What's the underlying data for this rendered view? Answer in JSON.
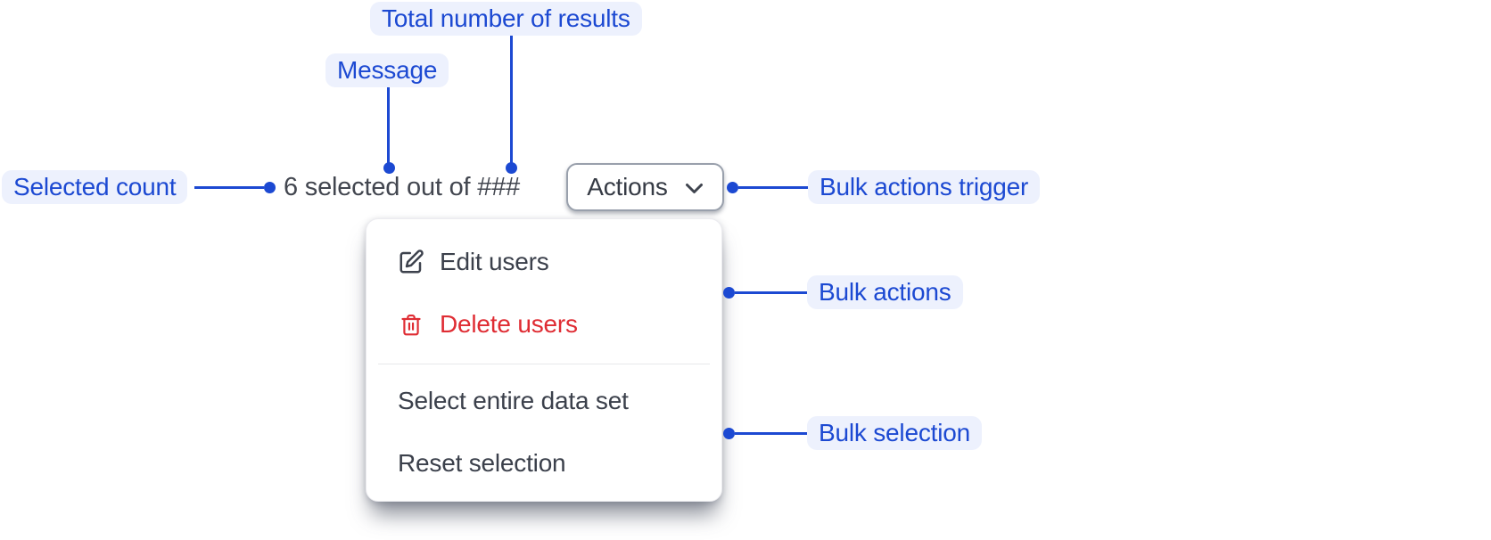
{
  "annotations": {
    "total_results": "Total number of results",
    "message": "Message",
    "selected_count": "Selected count",
    "bulk_trigger": "Bulk actions trigger",
    "bulk_actions": "Bulk actions",
    "bulk_selection": "Bulk selection"
  },
  "toolbar": {
    "selection_message": "6 selected out of ###",
    "actions_label": "Actions"
  },
  "menu": {
    "items": [
      {
        "label": "Edit users",
        "icon": "edit-icon",
        "variant": "default"
      },
      {
        "label": "Delete users",
        "icon": "trash-icon",
        "variant": "danger"
      },
      {
        "label": "Select entire data set",
        "icon": null,
        "variant": "default"
      },
      {
        "label": "Reset selection",
        "icon": null,
        "variant": "default"
      }
    ],
    "divider_after_index": 1
  },
  "colors": {
    "annotation_blue": "#1c49d2",
    "annotation_bg": "#edf1fd",
    "danger_red": "#df2c33",
    "text_dark": "#3b404b",
    "button_border": "#99a0ac"
  }
}
